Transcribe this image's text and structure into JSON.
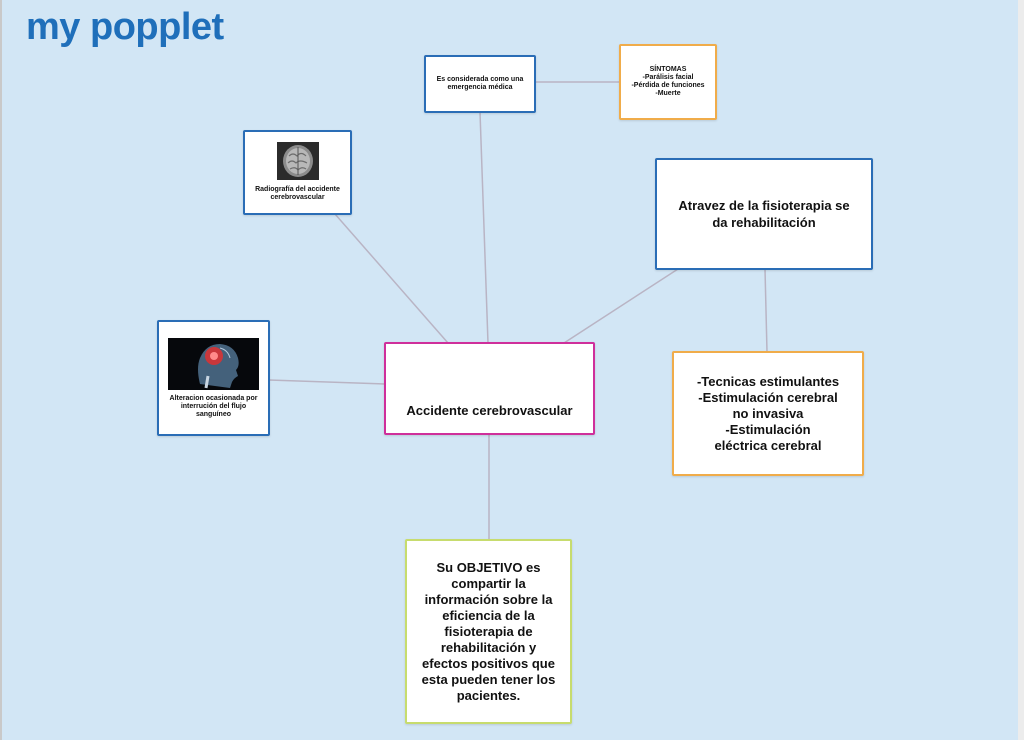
{
  "app": {
    "brand": "my popplet"
  },
  "colors": {
    "background": "#d2e6f5",
    "brand": "#1f6fba",
    "connector": "#b9b4c4",
    "blue": "#2a6db6",
    "orange": "#f0ac4a",
    "magenta": "#cf2f9b",
    "green": "#c7dc6e"
  },
  "popples": {
    "emergency": {
      "text": "Es considerada como una\nemergencia médica"
    },
    "symptoms": {
      "text": "SÍNTOMAS\n-Parálisis facial\n-Pérdida de funciones\n-Muerte"
    },
    "xray": {
      "caption": "Radiografía del accidente\ncerebrovascular",
      "image": "brain-scan-image"
    },
    "rehab": {
      "text": "Atravez de la fisioterapia se\nda rehabilitación"
    },
    "alteration": {
      "caption": "Alteracion ocasionada por\ninterrución del flujo\nsanguíneo",
      "image": "head-stroke-image"
    },
    "center": {
      "text": "Accidente cerebrovascular"
    },
    "techniques": {
      "text": "-Tecnicas estimulantes\n-Estimulación cerebral\nno invasiva\n-Estimulación\neléctrica cerebral"
    },
    "objective": {
      "text": "Su OBJETIVO es\ncompartir la\ninformación sobre la\neficiencia de la\nfisioterapia de\nrehabilitación y\nefectos positivos que\nesta pueden tener los\npacientes."
    }
  }
}
